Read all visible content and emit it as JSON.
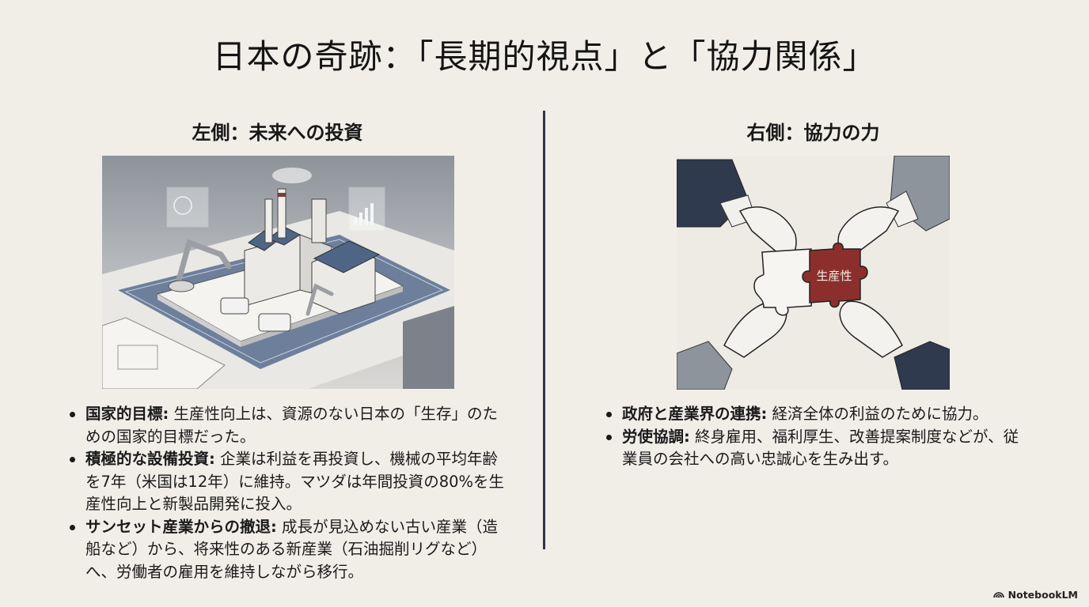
{
  "slide": {
    "title": "日本の奇跡：「長期的視点」と「協力関係」",
    "divider_color": "#2e3547",
    "background": "#f1eee8"
  },
  "left": {
    "heading": "左側：未来への投資",
    "illustration": {
      "icon": "factory-investment-illustration",
      "description": "Isometric model factory with robotic arms, solar panels, trucks and holographic charts on a blueprint table"
    },
    "bullets": [
      {
        "label": "国家的目標:",
        "text": " 生産性向上は、資源のない日本の「生存」のための国家的目標だった。"
      },
      {
        "label": "積極的な設備投資:",
        "text": " 企業は利益を再投資し、機械の平均年齢を7年（米国は12年）に維持。マツダは年間投資の80%を生産性向上と新製品開発に投入。"
      },
      {
        "label": "サンセット産業からの撤退:",
        "text": " 成長が見込めない古い産業（造船など）から、将来性のある新産業（石油掘削リグなど）へ、労働者の雇用を維持しながら移行。"
      }
    ]
  },
  "right": {
    "heading": "右側：協力の力",
    "illustration": {
      "icon": "hands-puzzle-illustration",
      "puzzle_label": "生産性",
      "puzzle_color": "#8c2f2c"
    },
    "bullets": [
      {
        "label": "政府と産業界の連携:",
        "text": " 経済全体の利益のために協力。"
      },
      {
        "label": "労使協調:",
        "text": " 終身雇用、福利厚生、改善提案制度などが、従業員の会社への高い忠誠心を生み出す。"
      }
    ]
  },
  "footer": {
    "brand": "NotebookLM",
    "icon": "notebooklm-logo-icon"
  }
}
